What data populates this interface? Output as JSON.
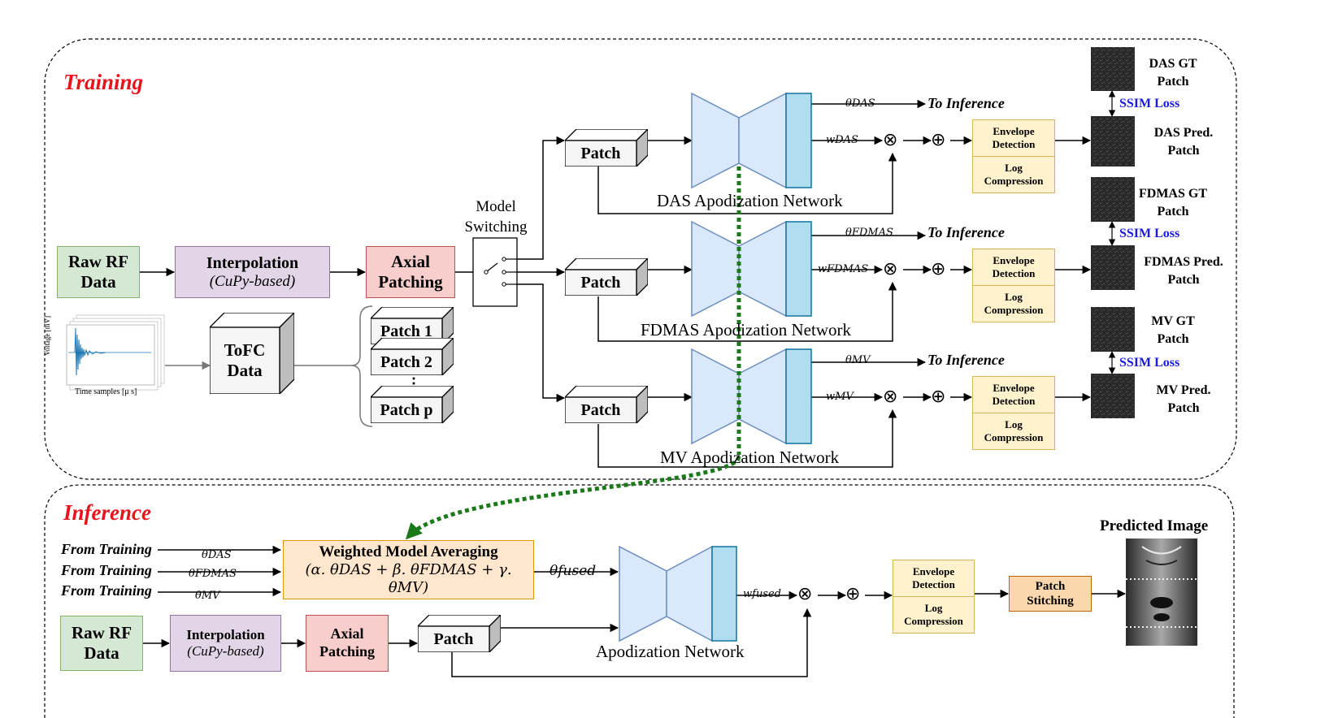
{
  "sections": {
    "training": "Training",
    "inference": "Inference"
  },
  "training": {
    "raw_rf": "Raw RF\nData",
    "interpolation": {
      "title": "Interpolation",
      "subtitle": "(CuPy-based)"
    },
    "axial_patching": "Axial\nPatching",
    "model_switching": "Model\nSwitching",
    "tofc": "ToFC\nData",
    "rf_plot": {
      "ylabel": "Voltage [mV]",
      "xlabel": "Time samples [μ s]"
    },
    "patch_stack": [
      "Patch 1",
      "Patch 2",
      "⋮",
      "Patch p"
    ],
    "branches": [
      {
        "patch": "Patch",
        "network": "DAS Apodization Network",
        "theta": "θDAS",
        "w": "wDAS",
        "to_inference": "To Inference",
        "env_top": "Envelope\nDetection",
        "env_bottom": "Log\nCompression",
        "gt_label": "DAS GT\nPatch",
        "ssim": "SSIM Loss",
        "pred_label": "DAS Pred.\nPatch"
      },
      {
        "patch": "Patch",
        "network": "FDMAS Apodization Network",
        "theta": "θFDMAS",
        "w": "wFDMAS",
        "to_inference": "To Inference",
        "env_top": "Envelope\nDetection",
        "env_bottom": "Log\nCompression",
        "gt_label": "FDMAS GT\nPatch",
        "ssim": "SSIM Loss",
        "pred_label": "FDMAS Pred.\nPatch"
      },
      {
        "patch": "Patch",
        "network": "MV Apodization Network",
        "theta": "θMV",
        "w": "wMV",
        "to_inference": "To Inference",
        "env_top": "Envelope\nDetection",
        "env_bottom": "Log\nCompression",
        "gt_label": "MV GT\nPatch",
        "ssim": "SSIM Loss",
        "pred_label": "MV Pred.\nPatch"
      }
    ]
  },
  "inference": {
    "from_training": [
      "From Training",
      "From Training",
      "From Training"
    ],
    "theta_inputs": [
      "θDAS",
      "θFDMAS",
      "θMV"
    ],
    "wma_title": "Weighted Model Averaging",
    "wma_formula": "(α. θDAS + β. θFDMAS + γ. θMV)",
    "theta_fused": "θfused",
    "w_fused": "wfused",
    "raw_rf": "Raw RF\nData",
    "interpolation": {
      "title": "Interpolation",
      "subtitle": "(CuPy-based)"
    },
    "axial_patching": "Axial\nPatching",
    "patch": "Patch",
    "network": "Apodization Network",
    "env_top": "Envelope\nDetection",
    "env_bottom": "Log\nCompression",
    "stitching": "Patch\nStitching",
    "predicted": "Predicted Image"
  },
  "colors": {
    "section_title": "#e8131b",
    "ssim_loss": "#1a1adf",
    "network_fill": "#dae8fc",
    "network_stroke": "#6c8ebf",
    "network_head": "#b1ddf0",
    "link": "#1a7a1a"
  }
}
